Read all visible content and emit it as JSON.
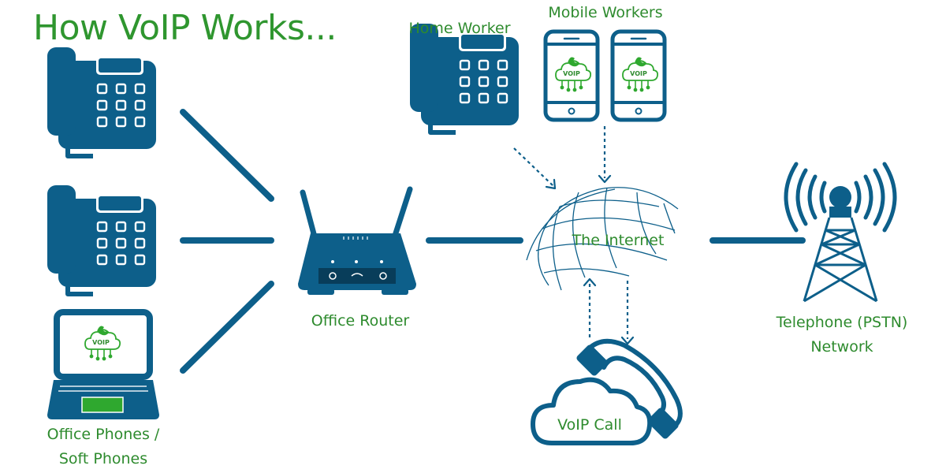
{
  "title": "How VoIP Works...",
  "labels": {
    "home_worker": "Home Worker",
    "mobile_workers": "Mobile Workers",
    "office_router": "Office Router",
    "internet": "The Internet",
    "pstn_line1": "Telephone (PSTN)",
    "pstn_line2": "Network",
    "office_phones_line1": "Office Phones /",
    "office_phones_line2": "Soft Phones",
    "voip_call": "VoIP Call"
  },
  "voip_badge": "VOIP",
  "colors": {
    "device_blue": "#0d5f8a",
    "label_green": "#2e8b2e",
    "screen_green": "#2fa82f",
    "white": "#ffffff"
  },
  "icons": [
    "desk-phone-icon",
    "laptop-icon",
    "router-icon",
    "smartphone-icon",
    "globe-icon",
    "phone-handset-icon",
    "cloud-icon",
    "cell-tower-icon",
    "voip-cloud-icon"
  ]
}
